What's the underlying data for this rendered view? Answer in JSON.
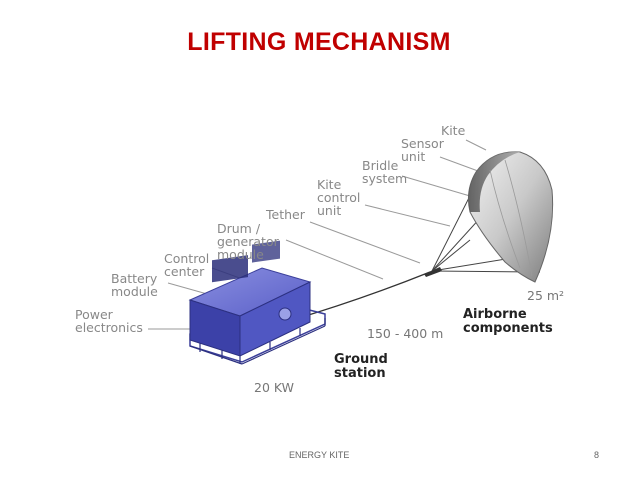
{
  "slide": {
    "title": "LIFTING MECHANISM",
    "title_color": "#c00000",
    "footer_text": "ENERGY KITE",
    "page_number": "8"
  },
  "diagram": {
    "labels": {
      "kite": "Kite",
      "sensor": [
        "Sensor",
        "unit"
      ],
      "bridle": [
        "Bridle",
        "system"
      ],
      "kite_control": [
        "Kite",
        "control",
        "unit"
      ],
      "tether": "Tether",
      "drum": [
        "Drum /",
        "generator",
        "module"
      ],
      "control_center": [
        "Control",
        "center"
      ],
      "battery": [
        "Battery",
        "module"
      ],
      "power": [
        "Power",
        "electronics"
      ],
      "ground_station": [
        "Ground",
        "station"
      ],
      "airborne": [
        "Airborne",
        "components"
      ],
      "area": "25 m²",
      "tether_length": "150 - 400 m",
      "power_rating": "20 KW"
    },
    "colors": {
      "station_fill": "#4a4fb8",
      "label_gray": "#888888",
      "kite_fill": "#c8c8c8"
    }
  }
}
